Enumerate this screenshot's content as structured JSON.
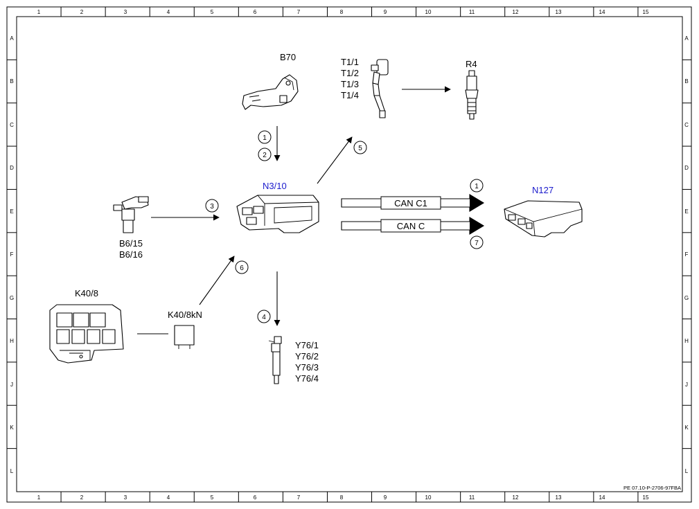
{
  "grid": {
    "columns": [
      "1",
      "2",
      "3",
      "4",
      "5",
      "6",
      "7",
      "8",
      "9",
      "10",
      "11",
      "12",
      "13",
      "14",
      "15"
    ],
    "rows": [
      "A",
      "B",
      "C",
      "D",
      "E",
      "F",
      "G",
      "H",
      "J",
      "K",
      "L"
    ]
  },
  "components": {
    "b70": "B70",
    "t1": [
      "T1/1",
      "T1/2",
      "T1/3",
      "T1/4"
    ],
    "r4": "R4",
    "n3_10": "N3/10",
    "n127": "N127",
    "b6": [
      "B6/15",
      "B6/16"
    ],
    "k40_8": "K40/8",
    "k40_8kn": "K40/8kN",
    "y76": [
      "Y76/1",
      "Y76/2",
      "Y76/3",
      "Y76/4"
    ]
  },
  "buses": {
    "can_c1": "CAN C1",
    "can_c": "CAN C"
  },
  "signals": {
    "b70_1": "1",
    "b70_2": "2",
    "b6": "3",
    "y76": "4",
    "t1": "5",
    "k40": "6",
    "can_c1": "1",
    "can_c": "7"
  },
  "colors": {
    "line": "#000000",
    "highlight_label": "#1a1acc"
  },
  "footer": "PE 07.10-P-2706-97FBA"
}
